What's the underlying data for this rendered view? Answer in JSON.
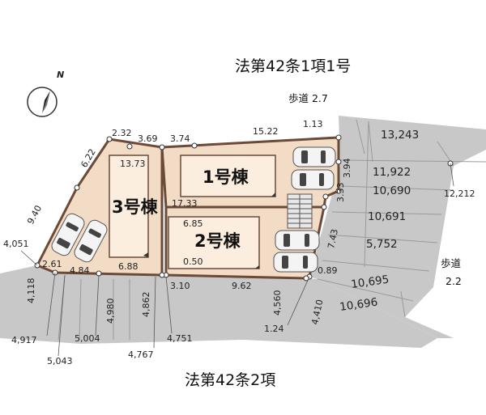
{
  "roads": {
    "top_right": "法第42条1項1号",
    "bottom": "法第42条2項"
  },
  "walkways": {
    "top": "歩道 2.7",
    "right_line1": "歩道",
    "right_line2": "2.2"
  },
  "buildings": {
    "b1": "1号棟",
    "b2": "2号棟",
    "b3": "3号棟"
  },
  "compass": {
    "label": "N"
  },
  "dimensions": {
    "d_232": "2.32",
    "d_369": "3.69",
    "d_374": "3.74",
    "d_1522": "15.22",
    "d_113": "1.13",
    "d_622": "6.22",
    "d_940": "9.40",
    "d_1373": "13.73",
    "d_1733": "17.33",
    "d_685": "6.85",
    "d_050": "0.50",
    "d_394": "3.94",
    "d_333": "3.33",
    "d_743": "7.43",
    "d_089": "0.89",
    "d_261": "2.61",
    "d_484": "4.84",
    "d_688": "6.88",
    "d_310": "3.10",
    "d_962": "9.62",
    "d_124": "1.24"
  },
  "road_widths": {
    "w_4051": "4,051",
    "w_4118": "4,118",
    "w_4917": "4,917",
    "w_5043": "5,043",
    "w_5004": "5,004",
    "w_4980": "4,980",
    "w_4862": "4,862",
    "w_4767": "4,767",
    "w_4751": "4,751",
    "w_4560": "4,560",
    "w_4410": "4,410",
    "w_12212": "12,212"
  },
  "neighbor_lots": {
    "l_13243": "13,243",
    "l_11922": "11,922",
    "l_10690": "10,690",
    "l_10691": "10,691",
    "l_5752": "5,752",
    "l_10695": "10,695",
    "l_10696": "10,696"
  },
  "colors": {
    "road": "#c8c8c8",
    "site": "#f2dcc6",
    "building": "#fbeede",
    "boundary": "#6b4a38",
    "stairs": "#555555"
  }
}
